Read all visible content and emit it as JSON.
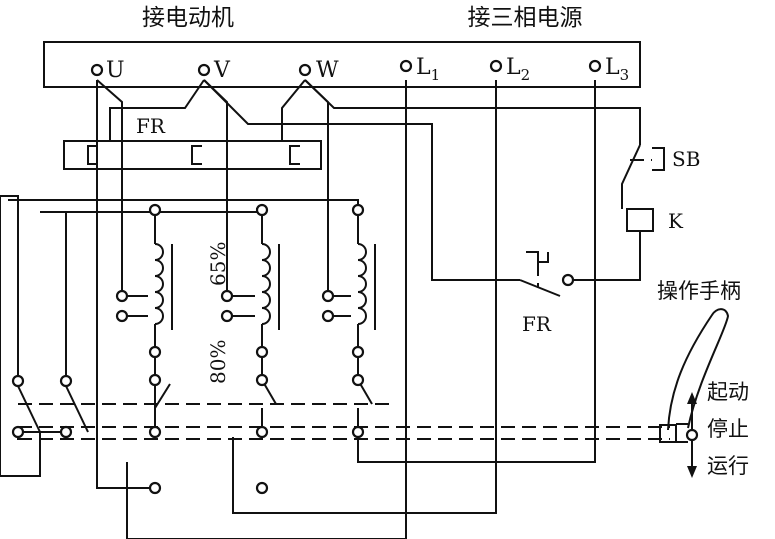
{
  "headers": {
    "motor": "接电动机",
    "power": "接三相电源"
  },
  "terminals": {
    "u": "U",
    "v": "V",
    "w": "W",
    "l1": "L",
    "l1_sub": "1",
    "l2": "L",
    "l2_sub": "2",
    "l3": "L",
    "l3_sub": "3"
  },
  "labels": {
    "fr_top": "FR",
    "fr_contact": "FR",
    "sb": "SB",
    "k": "K",
    "tap_65": "65%",
    "tap_80": "80%",
    "handle": "操作手柄",
    "start": "起动",
    "stop": "停止",
    "run": "运行"
  }
}
